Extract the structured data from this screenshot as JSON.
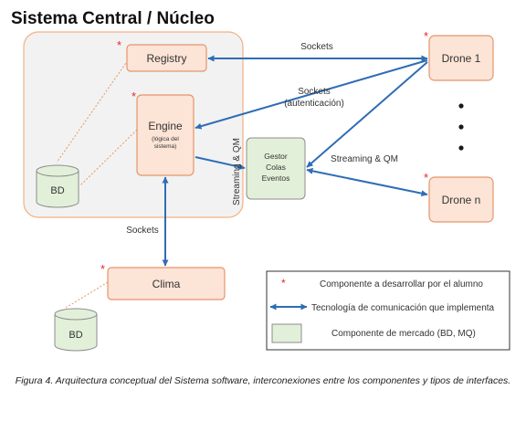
{
  "title": "Sistema Central / Núcleo",
  "components": {
    "registry": "Registry",
    "engine": "Engine",
    "engine_sub_1": "(lógica del",
    "engine_sub_2": "sistema)",
    "gestor_1": "Gestor",
    "gestor_2": "Colas",
    "gestor_3": "Eventos",
    "drone_1": "Drone 1",
    "drone_n": "Drone n",
    "clima": "Clima",
    "bd_core": "BD",
    "bd_clima": "BD"
  },
  "edge_labels": {
    "sockets_registry": "Sockets",
    "sockets_auth_1": "Sockets",
    "sockets_auth_2": "(autenticación)",
    "streaming_drones": "Streaming & QM",
    "streaming_engine": "Streaming & QM",
    "sockets_clima": "Sockets"
  },
  "star_symbol": "*",
  "ellipsis_dots": "• • •",
  "legend": {
    "star": "Componente a desarrollar por el alumno",
    "arrow": "Tecnología de comunicación que implementa",
    "box": "Componente de mercado (BD, MQ)"
  },
  "caption": "Figura 4. Arquitectura conceptual del Sistema software, interconexiones entre los componentes y tipos de interfaces.",
  "colors": {
    "custom_fill": "#fce4d6",
    "custom_stroke": "#e5956b",
    "market_fill": "#e2f0d9",
    "market_stroke": "#8c8c8c",
    "arrow": "#2f6db5",
    "star": "#e8262b",
    "core_fill": "#f2f2f2",
    "core_stroke": "#f4b183"
  }
}
